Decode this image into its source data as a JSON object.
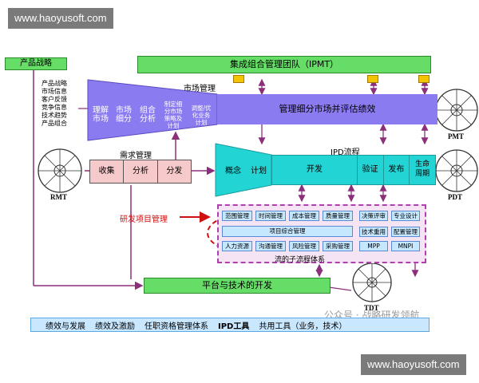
{
  "watermark_top": "www.haoyusoft.com",
  "watermark_bottom": "www.haoyusoft.com",
  "wechat_text": "公众号 · 战略研发领航",
  "product_strategy": "产品战略",
  "ipmt": "集成组合管理团队（IPMT）",
  "market_inputs": [
    "产品战略",
    "市场信息",
    "客户反馈",
    "竞争信息",
    "技术趋势",
    "产品组合"
  ],
  "market_mgmt_title": "市场管理",
  "market_steps": [
    "理解\n市场",
    "市场\n细分",
    "组合\n分析",
    "制定细\n分市场\n策略及\n计划",
    "调整/优\n化业务\n计划"
  ],
  "market_bar": "管理细分市场并评估绩效",
  "pmt": "PMT",
  "demand_title": "需求管理",
  "demand_steps": [
    "收集",
    "分析",
    "分发"
  ],
  "rmt": "RMT",
  "ipd_title": "IPD流程",
  "ipd_steps": [
    "概念",
    "计划",
    "开发",
    "验证",
    "发布",
    "生命\n周期"
  ],
  "pdt": "PDT",
  "rd_pm_label": "研发项目管理",
  "sub_row1": [
    "范围管理",
    "时间管理",
    "成本管理",
    "质量管理"
  ],
  "sub_row1_right": [
    "决策评审",
    "专业设计"
  ],
  "sub_wide": "项目综合管理",
  "sub_right_mid": [
    "技术重用",
    "配置管理"
  ],
  "sub_row3": [
    "人力资源",
    "沟通管理",
    "风险管理",
    "采购管理"
  ],
  "sub_right_bot": [
    "MPP",
    "MNPI"
  ],
  "subflow_label": "流的子流程体系",
  "platform": "平台与技术的开发",
  "tdt": "TDT",
  "bottom_bar": [
    "绩效与发展",
    "绩效及激励",
    "任职资格管理体系",
    "IPD工具",
    "共用工具（业务，技术）"
  ],
  "colors": {
    "green": "#66dd66",
    "purple": "#8a7bf0",
    "cyan": "#22d4d4",
    "pink": "#f6caca",
    "red": "#d01010"
  }
}
